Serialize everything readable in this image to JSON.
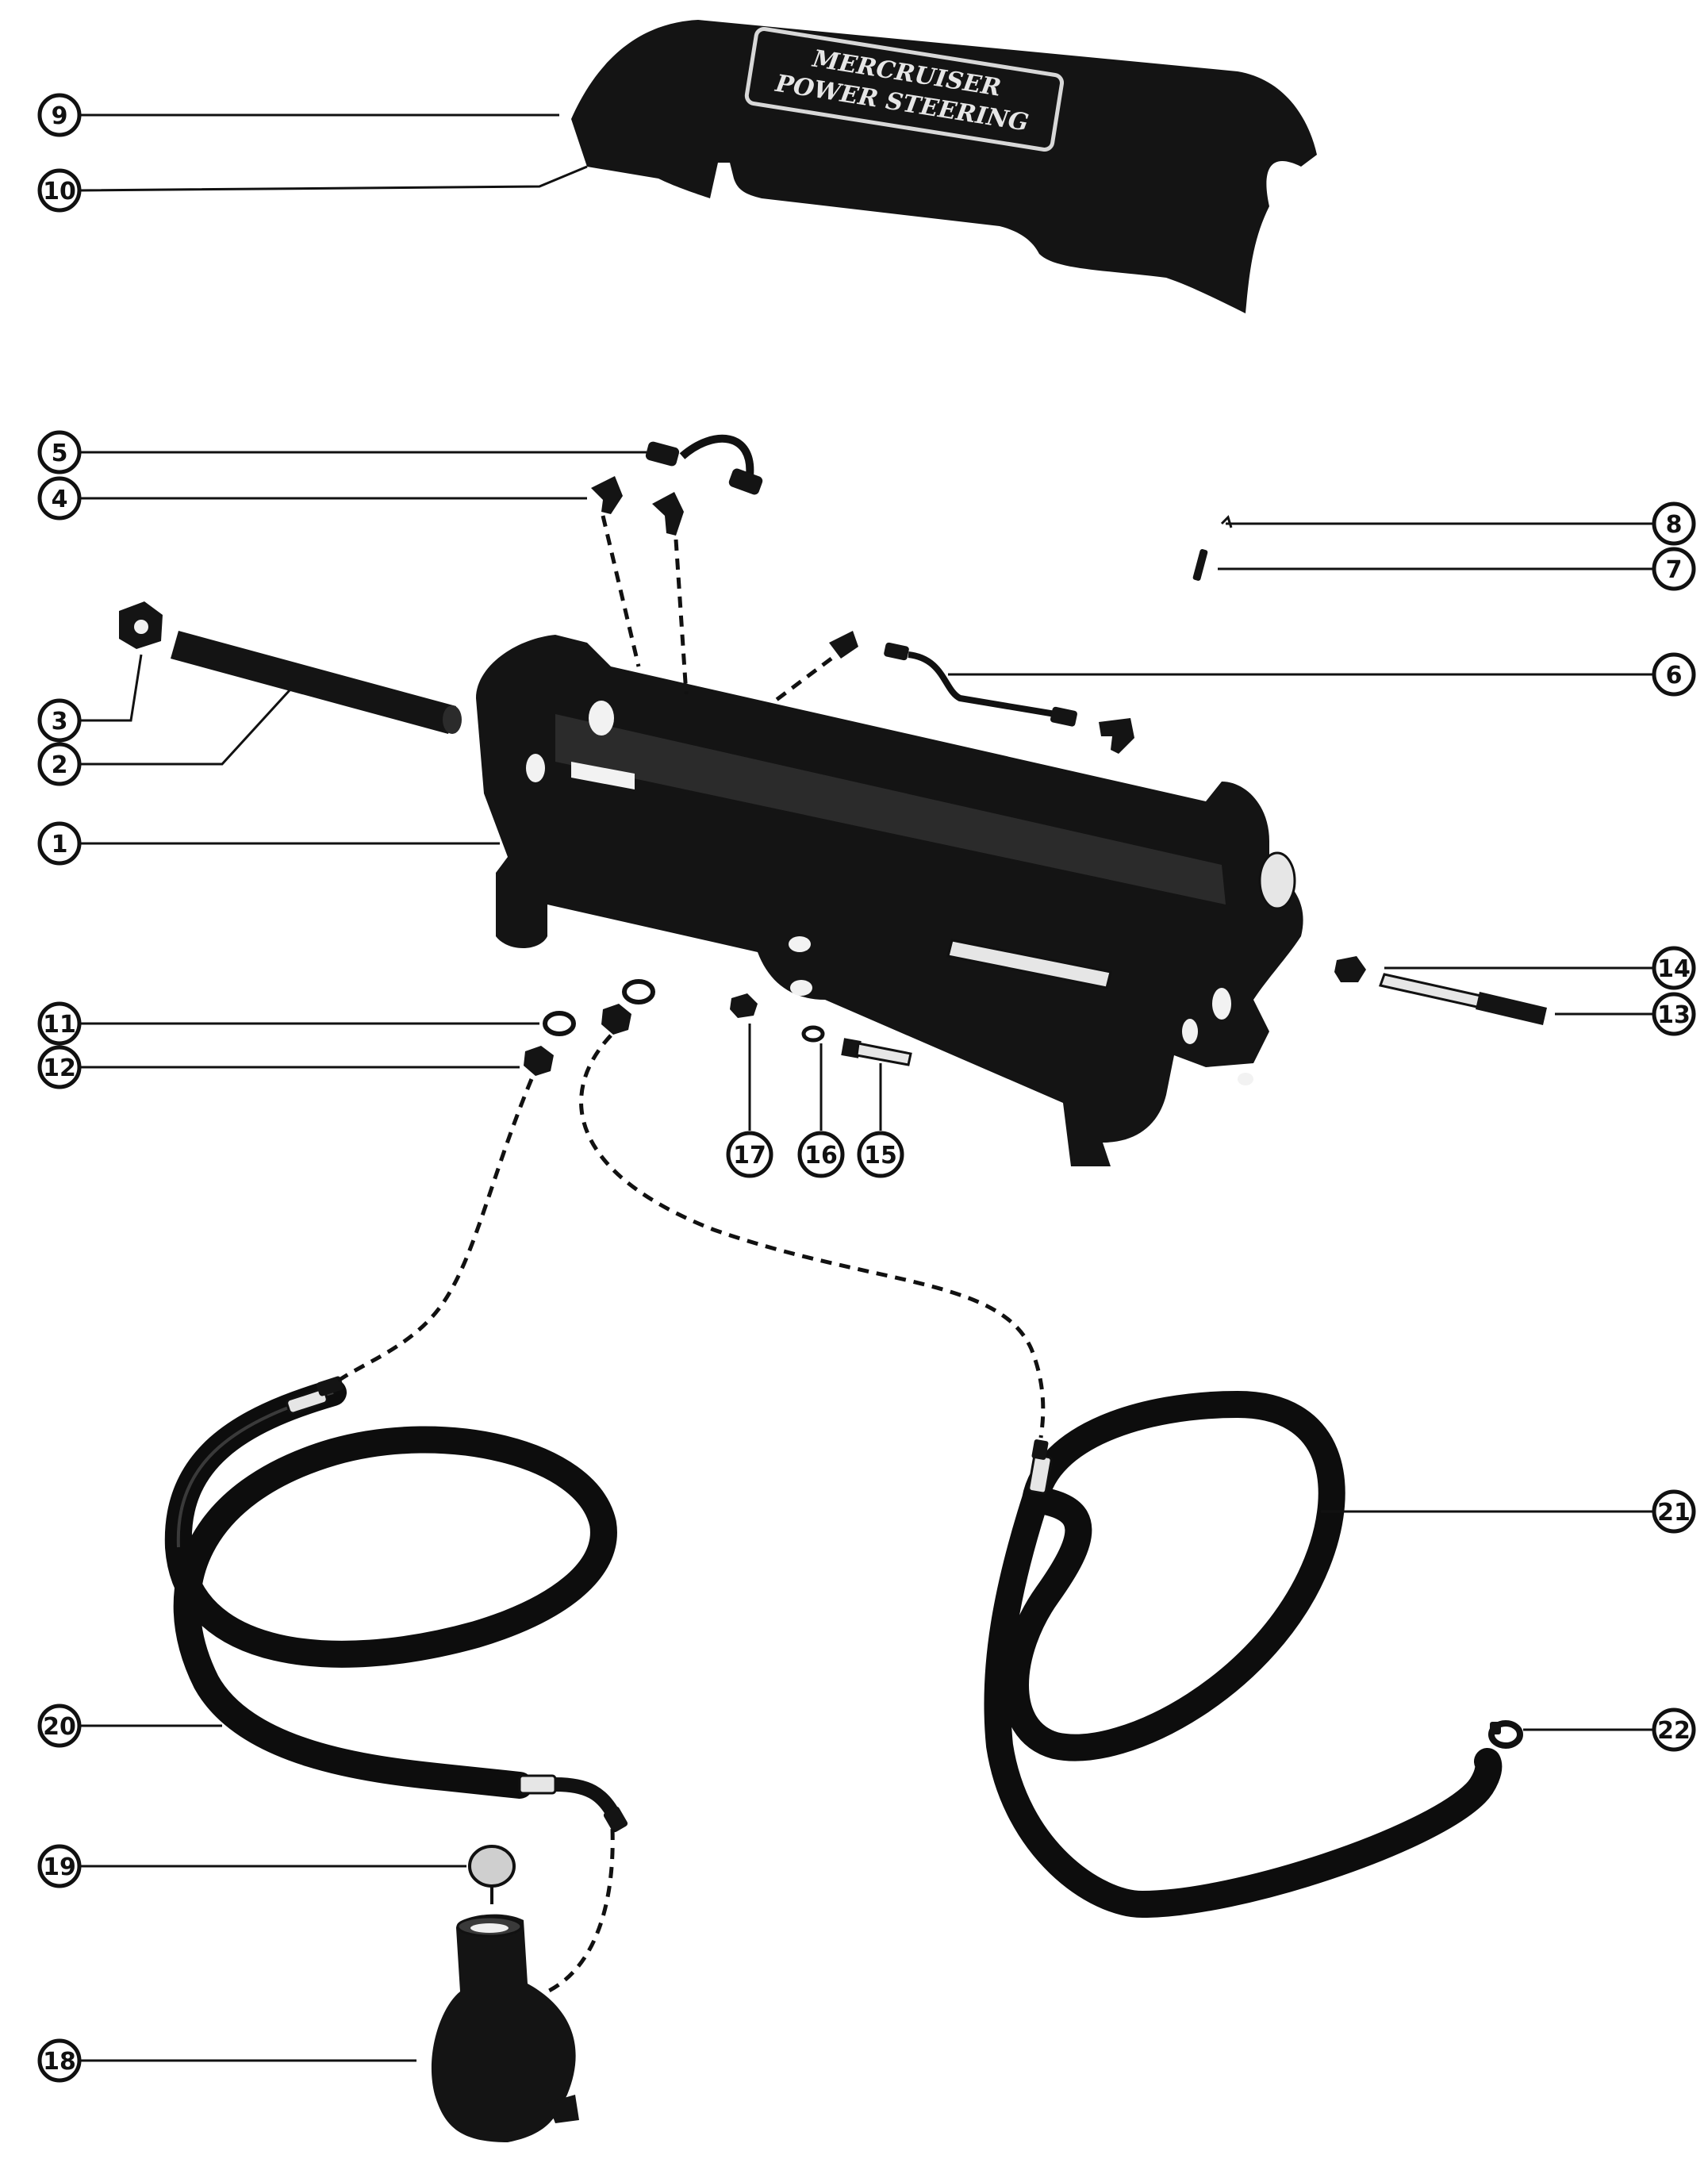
{
  "cover_logo_text": [
    "MERCRUISER",
    "POWER STEERING"
  ],
  "callouts": [
    {
      "id": "1",
      "label": "1"
    },
    {
      "id": "2",
      "label": "2"
    },
    {
      "id": "3",
      "label": "3"
    },
    {
      "id": "4",
      "label": "4"
    },
    {
      "id": "5",
      "label": "5"
    },
    {
      "id": "6",
      "label": "6"
    },
    {
      "id": "7",
      "label": "7"
    },
    {
      "id": "8",
      "label": "8"
    },
    {
      "id": "9",
      "label": "9"
    },
    {
      "id": "10",
      "label": "10"
    },
    {
      "id": "11",
      "label": "11"
    },
    {
      "id": "12",
      "label": "12"
    },
    {
      "id": "13",
      "label": "13"
    },
    {
      "id": "14",
      "label": "14"
    },
    {
      "id": "15",
      "label": "15"
    },
    {
      "id": "16",
      "label": "16"
    },
    {
      "id": "17",
      "label": "17"
    },
    {
      "id": "18",
      "label": "18"
    },
    {
      "id": "19",
      "label": "19"
    },
    {
      "id": "20",
      "label": "20"
    },
    {
      "id": "21",
      "label": "21"
    },
    {
      "id": "22",
      "label": "22"
    }
  ]
}
